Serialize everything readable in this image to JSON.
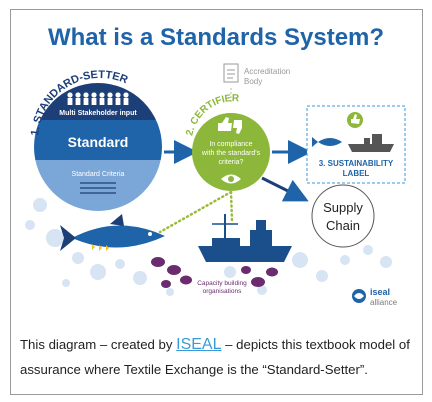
{
  "title": "What is a Standards System?",
  "setter": {
    "arc_label": "1. STANDARD-SETTER",
    "input_label": "Multi Stakeholder input",
    "standard_label": "Standard",
    "criteria_label": "Standard Criteria"
  },
  "certifier": {
    "arc_label": "2. CERTIFIER",
    "text_line1": "In compliance",
    "text_line2": "with the standard's",
    "text_line3": "criteria?"
  },
  "accreditation": {
    "line1": "Accreditation",
    "line2": "Body"
  },
  "label_box": {
    "line1": "3. SUSTAINABILITY",
    "line2": "LABEL"
  },
  "supply_chain": {
    "line1": "Supply",
    "line2": "Chain"
  },
  "capacity": {
    "line1": "Capacity building",
    "line2": "organisations"
  },
  "logo": {
    "line1": "iseal",
    "line2": "alliance"
  },
  "caption": {
    "prefix": "This diagram – created by ",
    "link": "ISEAL",
    "suffix": " – depicts this textbook model of assurance where Textile Exchange is the “Standard-Setter”."
  },
  "colors": {
    "navy": "#1d3f78",
    "blue": "#1f63a8",
    "light_blue": "#7aa6d8",
    "green": "#8cb73a",
    "purple": "#6a2c6e",
    "ship": "#1b4f8c"
  }
}
